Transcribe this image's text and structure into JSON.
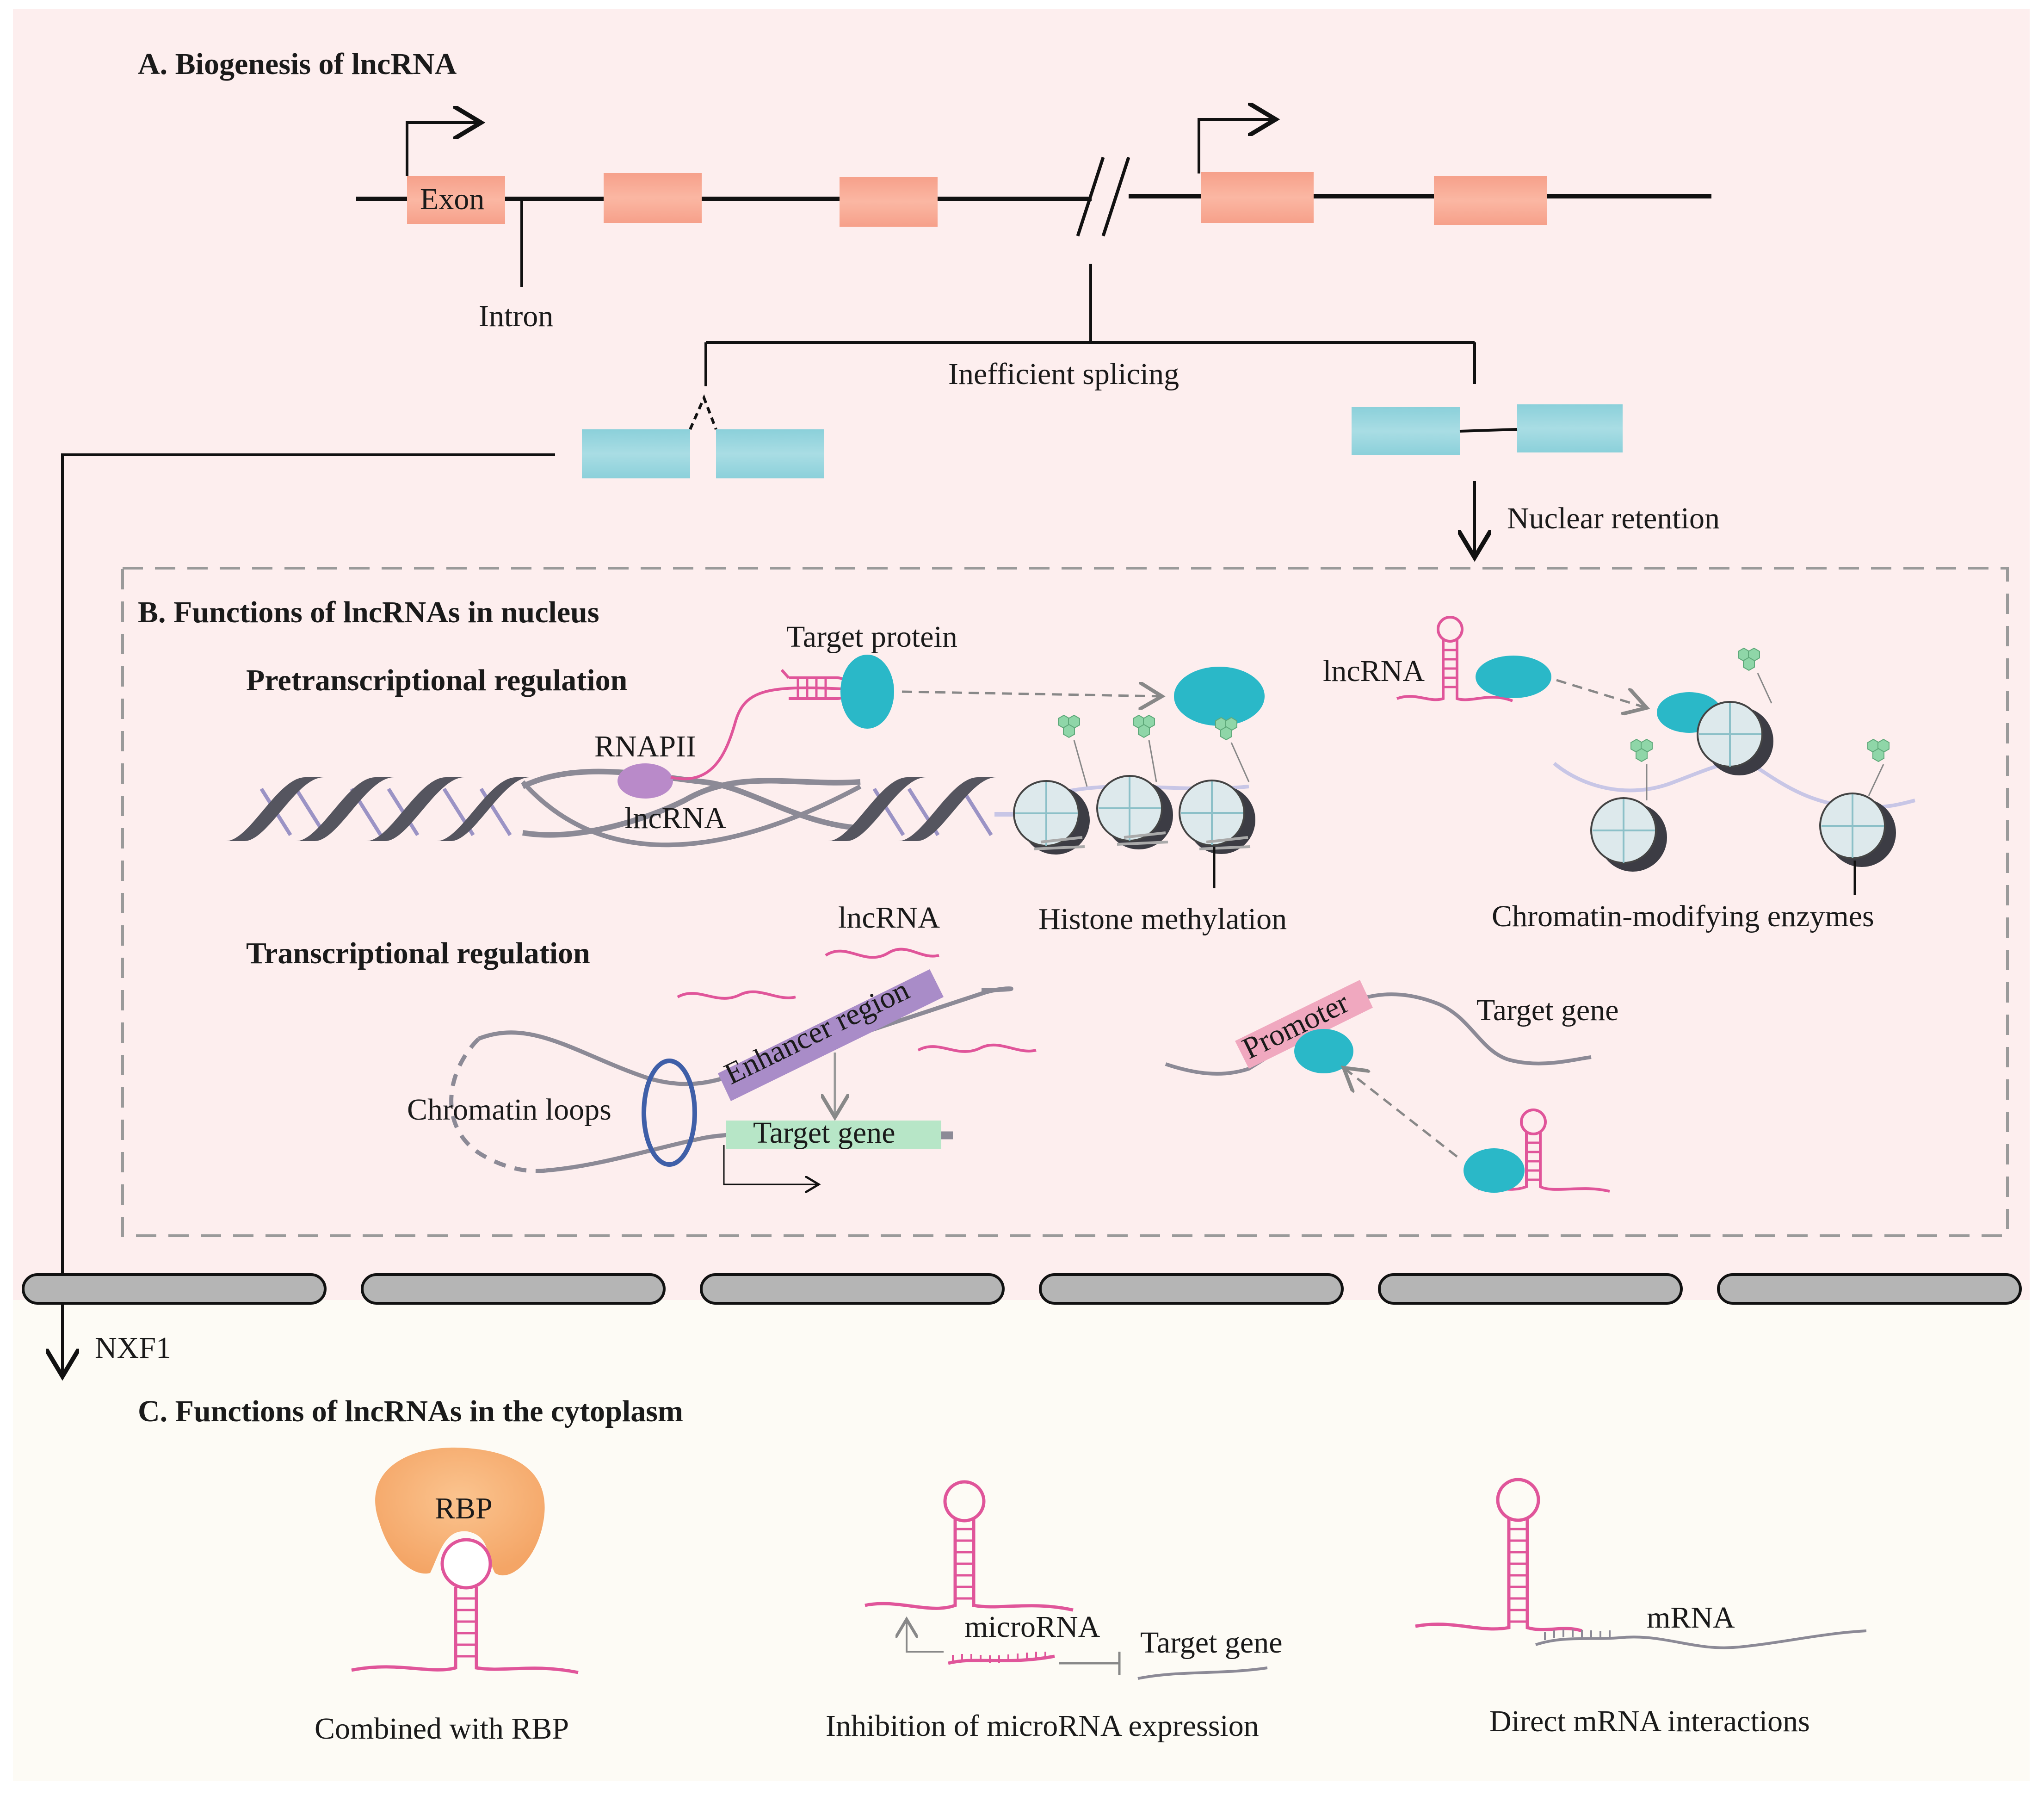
{
  "colors": {
    "nucleus_bg": "#fdeeee",
    "cytoplasm_bg": "#fdfbf5",
    "exon": "#f9a48c",
    "spliced_exon": "#8fd3dc",
    "protein": "#2ab8c8",
    "rna": "#e0559a",
    "rbp": "#f7b074",
    "rnapii": "#b98ac9",
    "enhancer": "#a98cc8",
    "promoter": "#f0a8bf",
    "target_gene_box": "#b7e6c7",
    "loop_ring": "#3f5fa8",
    "membrane": "#b5b5b5",
    "dna": "#4c4c58",
    "methyl": "#8fd6a8"
  },
  "sectionA": {
    "title": "A. Biogenesis of lncRNA",
    "exon_label": "Exon",
    "intron_label": "Intron",
    "splicing_label": "Inefficient  splicing",
    "retention_label": "Nuclear  retention"
  },
  "sectionB": {
    "title": "B. Functions of lncRNAs in nucleus",
    "pre_title": "Pretranscriptional regulation",
    "target_protein": "Target protein",
    "rnapii": "RNAPII",
    "lncrna_dna": "lncRNA",
    "histone": "Histone methylation",
    "lncrna_right": "lncRNA",
    "enzymes": "Chromatin-modifying enzymes",
    "trans_title": "Transcriptional regulation",
    "lncrna_trans": "lncRNA",
    "enhancer": "Enhancer region",
    "loops": "Chromatin loops",
    "target_gene": "Target gene",
    "promoter": "Promoter",
    "target_gene_right": "Target gene"
  },
  "export_label": "NXF1",
  "sectionC": {
    "title": "C. Functions of lncRNAs in the cytoplasm",
    "rbp": "RBP",
    "rbp_caption": "Combined with RBP",
    "microrna": "microRNA",
    "target_gene": "Target gene",
    "mirna_caption": "Inhibition of microRNA expression",
    "mrna": "mRNA",
    "mrna_caption": "Direct mRNA interactions"
  }
}
